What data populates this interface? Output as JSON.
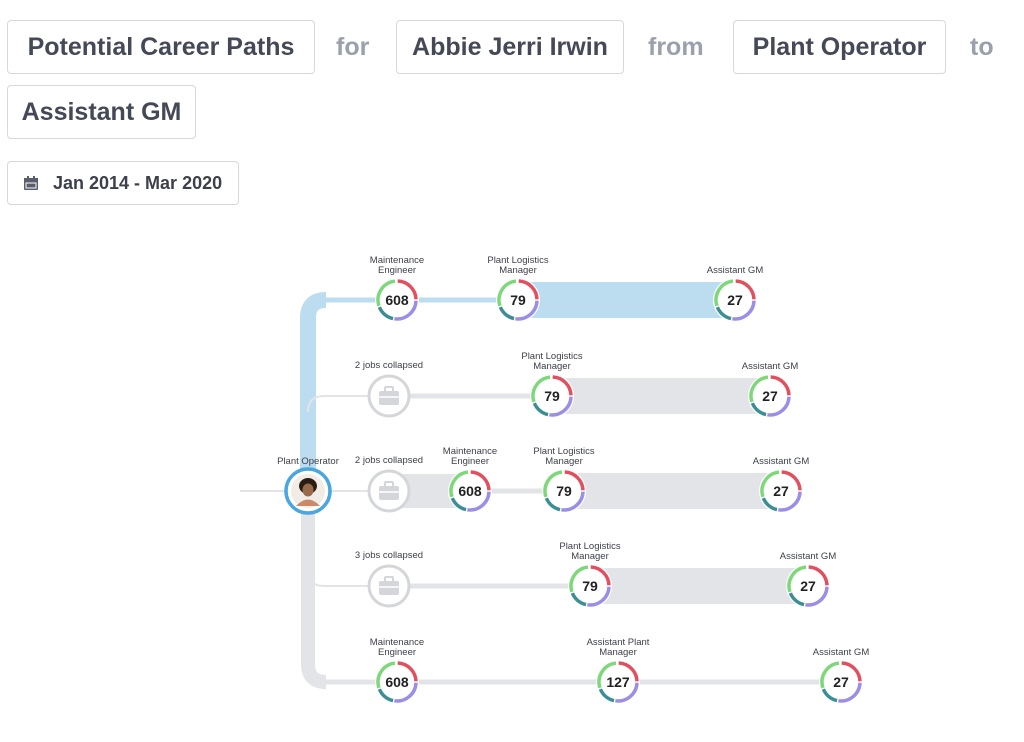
{
  "header": {
    "title": "Potential Career Paths",
    "word_for": "for",
    "person": "Abbie Jerri Irwin",
    "word_from": "from",
    "from_role": "Plant Operator",
    "word_to": "to",
    "to_role": "Assistant GM"
  },
  "date_range": {
    "label": "Jan 2014 - Mar 2020",
    "icon": "calendar-icon"
  },
  "start": {
    "label": "Plant Operator",
    "icon": "avatar"
  },
  "colors": {
    "highlight": "#bcdcf0",
    "gray_flow": "#e3e4e8",
    "ring_green": "#7ed87a",
    "ring_red": "#e0505f",
    "ring_purple": "#9b8ee6",
    "ring_teal": "#3b8f94",
    "ring_orange": "#f2a646",
    "avatar_ring": "#4aa6e0",
    "collapsed_icon": "#d4d6da"
  },
  "paths": [
    {
      "highlighted": true,
      "nodes": [
        {
          "kind": "job",
          "label": [
            "Maintenance",
            "Engineer"
          ],
          "value": "608"
        },
        {
          "kind": "job",
          "label": [
            "Plant Logistics",
            "Manager"
          ],
          "value": "79"
        },
        {
          "kind": "job",
          "label": [
            "Assistant GM"
          ],
          "value": "27"
        }
      ]
    },
    {
      "highlighted": false,
      "nodes": [
        {
          "kind": "collapsed",
          "label": [
            "2 jobs collapsed"
          ],
          "icon": "briefcase-icon"
        },
        {
          "kind": "job",
          "label": [
            "Plant Logistics",
            "Manager"
          ],
          "value": "79"
        },
        {
          "kind": "job",
          "label": [
            "Assistant GM"
          ],
          "value": "27"
        }
      ]
    },
    {
      "highlighted": false,
      "nodes": [
        {
          "kind": "collapsed",
          "label": [
            "2 jobs collapsed"
          ],
          "icon": "briefcase-icon"
        },
        {
          "kind": "job",
          "label": [
            "Maintenance",
            "Engineer"
          ],
          "value": "608"
        },
        {
          "kind": "job",
          "label": [
            "Plant Logistics",
            "Manager"
          ],
          "value": "79"
        },
        {
          "kind": "job",
          "label": [
            "Assistant GM"
          ],
          "value": "27"
        }
      ]
    },
    {
      "highlighted": false,
      "nodes": [
        {
          "kind": "collapsed",
          "label": [
            "3 jobs collapsed"
          ],
          "icon": "briefcase-icon"
        },
        {
          "kind": "job",
          "label": [
            "Plant Logistics",
            "Manager"
          ],
          "value": "79"
        },
        {
          "kind": "job",
          "label": [
            "Assistant GM"
          ],
          "value": "27"
        }
      ]
    },
    {
      "highlighted": false,
      "nodes": [
        {
          "kind": "job",
          "label": [
            "Maintenance",
            "Engineer"
          ],
          "value": "608"
        },
        {
          "kind": "job",
          "label": [
            "Assistant Plant",
            "Manager"
          ],
          "value": "127"
        },
        {
          "kind": "job",
          "label": [
            "Assistant GM"
          ],
          "value": "27"
        }
      ]
    }
  ]
}
